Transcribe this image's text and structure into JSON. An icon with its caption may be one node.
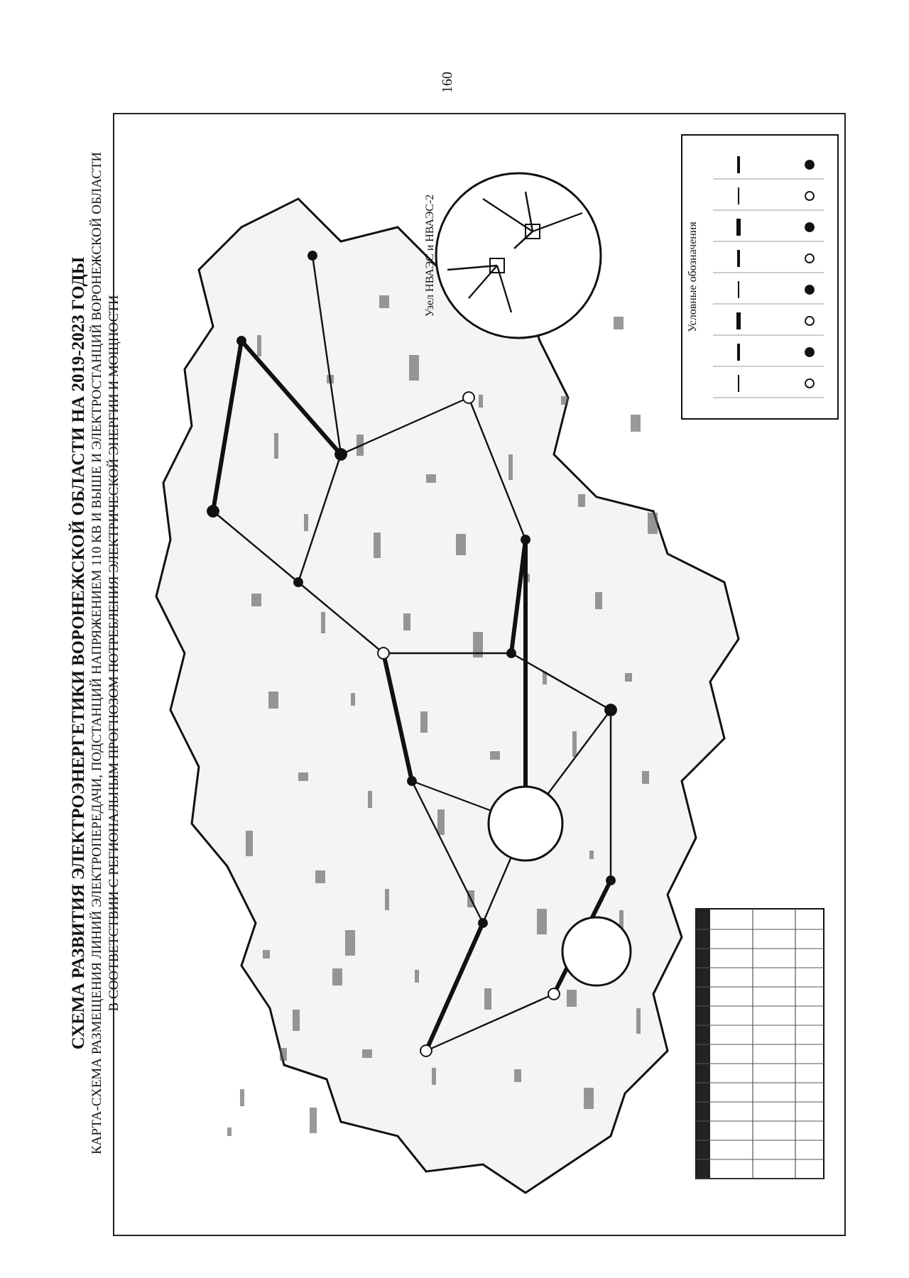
{
  "diagram": {
    "title": "СХЕМА РАЗВИТИЯ ЭЛЕКТРОЭНЕРГЕТИКИ ВОРОНЕЖСКОЙ ОБЛАСТИ НА 2019-2023 ГОДЫ",
    "labels": [
      "160",
      "КАРТА-СХЕМА РАЗМЕЩЕНИЯ ЛИНИЙ ЭЛЕКТРОПЕРЕДАЧИ, ПОДСТАНЦИЙ НАПРЯЖЕНИЕМ 110 КВ И ВЫШЕ И ЭЛЕКТРОСТАНЦИЙ ВОРОНЕЖСКОЙ ОБЛАСТИ",
      "В СООТВЕТСТВИИ С РЕГИОНАЛЬНЫМ ПРОГНОЗОМ ПОТРЕБЛЕНИЯ ЭЛЕКТРИЧЕСКОЙ ЭНЕРГИИ И МОЩНОСТИ",
      "Узел НВАЭС и НВАЭС-2",
      "Условные обозначения"
    ]
  }
}
